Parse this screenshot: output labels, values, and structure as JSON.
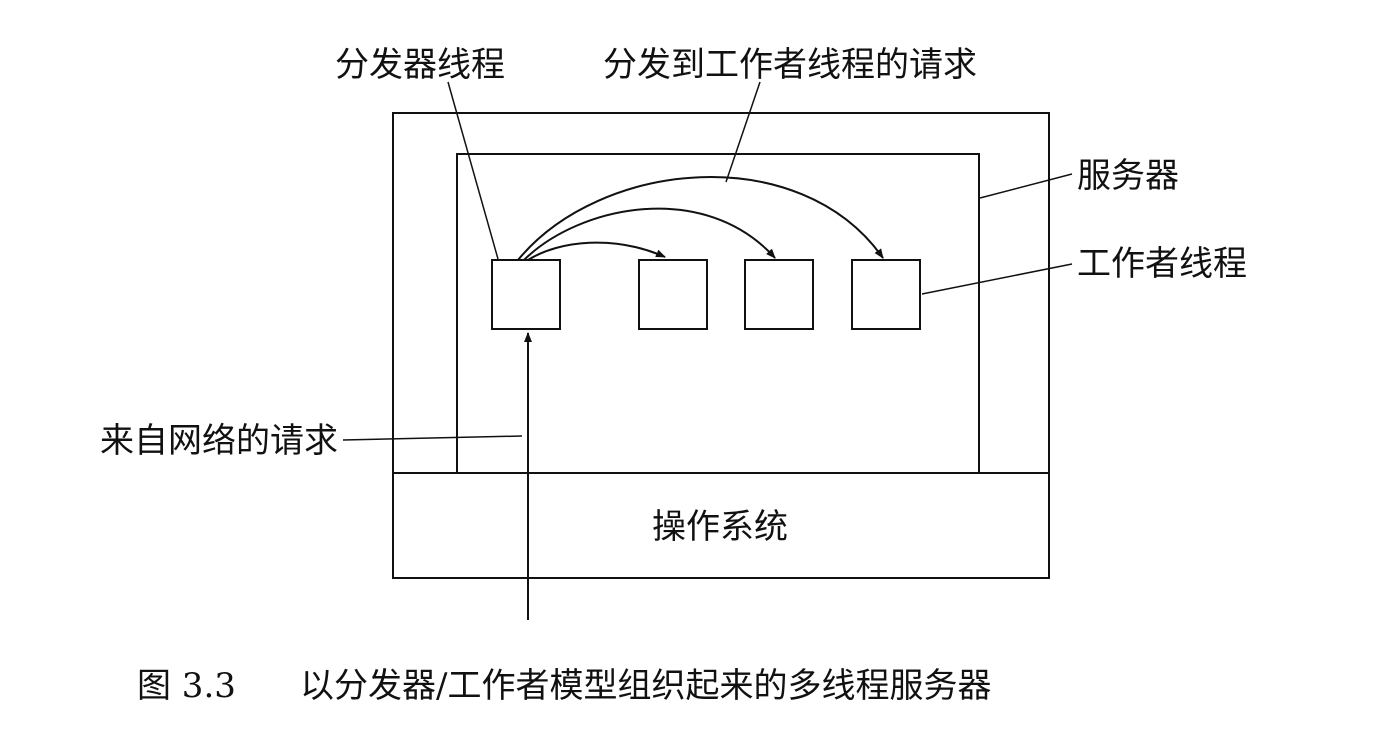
{
  "labels": {
    "dispatcher_thread": "分发器线程",
    "dispatch_request": "分发到工作者线程的请求",
    "server": "服务器",
    "worker_thread": "工作者线程",
    "network_request": "来自网络的请求",
    "operating_system": "操作系统"
  },
  "caption": {
    "number": "图 3.3",
    "text": "以分发器/工作者模型组织起来的多线程服务器"
  }
}
